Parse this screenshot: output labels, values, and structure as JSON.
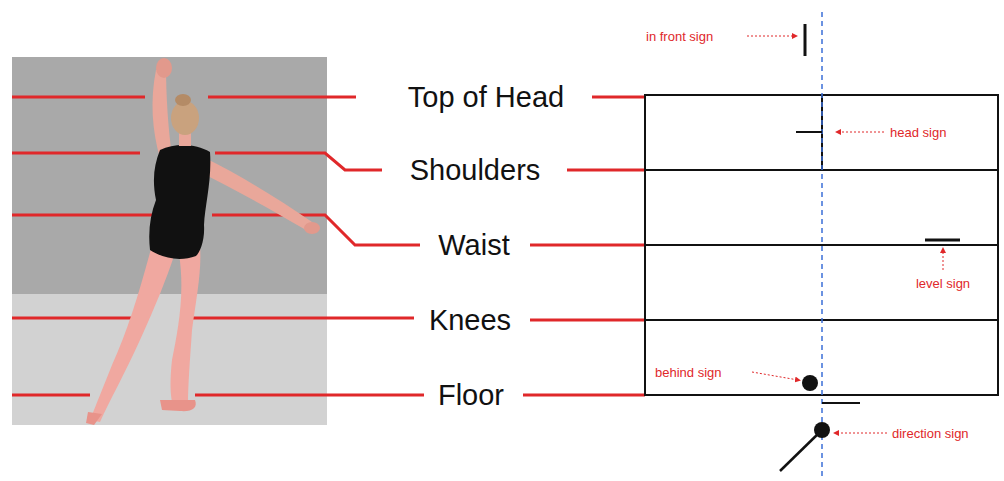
{
  "diagram": {
    "labels": [
      "Top of Head",
      "Shoulders",
      "Waist",
      "Knees",
      "Floor",
      "in front sign",
      "head sign",
      "level sign",
      "behind sign",
      "direction sign"
    ]
  }
}
